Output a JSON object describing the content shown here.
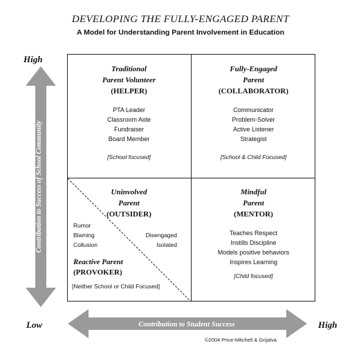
{
  "title": "DEVELOPING THE FULLY-ENGAGED PARENT",
  "subtitle": "A Model for Understanding Parent Involvement in Education",
  "vertical_axis": {
    "high_label": "High",
    "low_label": "Low",
    "caption": "Contribution to Success of School Community"
  },
  "horizontal_axis": {
    "high_label": "High",
    "caption": "Contribution to Student Success"
  },
  "quadrants": {
    "top_left": {
      "line1": "Traditional",
      "line2": "Parent Volunteer",
      "role": "(HELPER)",
      "items": [
        "PTA Leader",
        "Classroom Aide",
        "Fundraiser",
        "Board Member"
      ],
      "focus": "[School focused]"
    },
    "top_right": {
      "line1": "Fully-Engaged",
      "line2": "Parent",
      "role": "(COLLABORATOR)",
      "items": [
        "Communicator",
        "Problem-Solver",
        "Active Listener",
        "Strategist"
      ],
      "focus": "[School & Child Focused]"
    },
    "bottom_left": {
      "line1": "Uninvolved",
      "line2": "Parent",
      "role": "(OUTSIDER)",
      "items_left": [
        "Rumor",
        "Blaming",
        "Collusion"
      ],
      "items_right": [
        "Disengaged",
        "Isolated"
      ],
      "sub_heading": "Reactive Parent",
      "sub_role": "(PROVOKER)",
      "focus": "[Neither School or Child Focused]"
    },
    "bottom_right": {
      "line1": "Mindful",
      "line2": "Parent",
      "role": "(MENTOR)",
      "items": [
        "Teaches Respect",
        "Instills Discipline",
        "Models positive behaviors",
        "Inspires Learning"
      ],
      "focus": "[Child focused]"
    }
  },
  "copyright": "©2004 Price-Mitchell & Grijalva",
  "colors": {
    "arrow_fill": "#9a9a9a",
    "arrow_text": "#ffffff",
    "line": "#222222"
  }
}
